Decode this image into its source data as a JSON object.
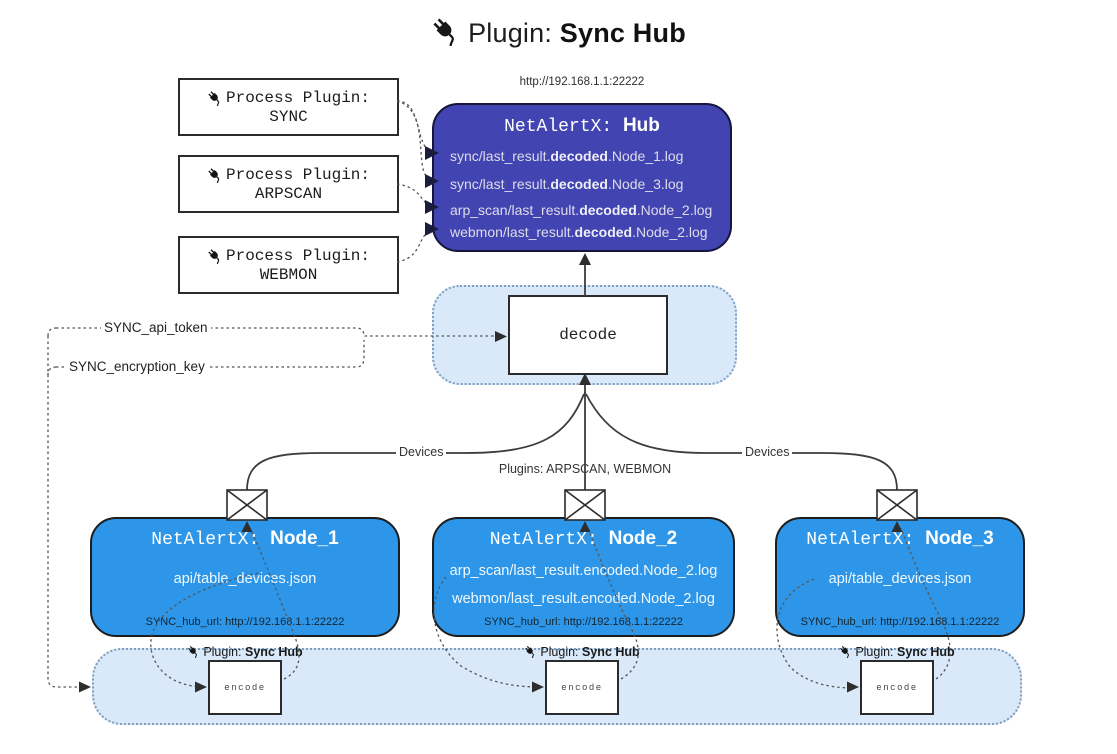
{
  "title": {
    "prefix": "Plugin: ",
    "bold": "Sync Hub"
  },
  "process_plugins": [
    {
      "label": "Process Plugin:",
      "name": "SYNC"
    },
    {
      "label": "Process Plugin:",
      "name": "ARPSCAN"
    },
    {
      "label": "Process Plugin:",
      "name": "WEBMON"
    }
  ],
  "hub": {
    "url": "http://192.168.1.1:22222",
    "title_prefix": "NetAlertX: ",
    "title_bold": "Hub",
    "lines": [
      {
        "pre": "sync/last_result.",
        "bold": "decoded",
        "post": ".Node_1.log"
      },
      {
        "pre": "sync/last_result.",
        "bold": "decoded",
        "post": ".Node_3.log"
      },
      {
        "pre": "arp_scan/last_result.",
        "bold": "decoded",
        "post": ".Node_2.log"
      },
      {
        "pre": "webmon/last_result.",
        "bold": "decoded",
        "post": ".Node_2.log"
      }
    ]
  },
  "decode": {
    "label": "decode"
  },
  "tokens": {
    "api_token": "SYNC_api_token",
    "encryption_key": "SYNC_encryption_key"
  },
  "edges": {
    "devices_left": "Devices",
    "devices_right": "Devices",
    "plugins_center": "Plugins: ARPSCAN, WEBMON"
  },
  "nodes": [
    {
      "title_prefix": "NetAlertX: ",
      "title_bold": "Node_1",
      "line1": "api/table_devices.json",
      "hub_url": "SYNC_hub_url: http://192.168.1.1:22222"
    },
    {
      "title_prefix": "NetAlertX: ",
      "title_bold": "Node_2",
      "line1": "arp_scan/last_result.encoded.Node_2.log",
      "line2": "webmon/last_result.encoded.Node_2.log",
      "hub_url": "SYNC_hub_url: http://192.168.1.1:22222"
    },
    {
      "title_prefix": "NetAlertX: ",
      "title_bold": "Node_3",
      "line1": "api/table_devices.json",
      "hub_url": "SYNC_hub_url: http://192.168.1.1:22222"
    }
  ],
  "sync_band": {
    "plugin_label_prefix": "Plugin: ",
    "plugin_label_bold": "Sync Hub",
    "encode_label": "encode"
  },
  "colors": {
    "hub_fill": "#4244b2",
    "node_fill": "#2e96e8",
    "band_fill": "#d9e9fa",
    "line": "#3d3d3d",
    "hub_text": "#dddde9",
    "node_text": "#f2f8fe"
  }
}
